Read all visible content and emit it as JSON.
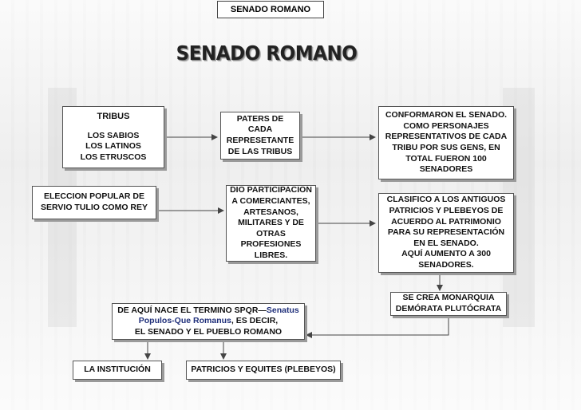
{
  "header": {
    "label": "SENADO ROMANO",
    "title": "SENADO ROMANO"
  },
  "nodes": {
    "tribus": {
      "heading": "TRIBUS",
      "lines": [
        "LOS SABIOS",
        "LOS LATINOS",
        "LOS ETRUSCOS"
      ]
    },
    "paters": {
      "lines": [
        "PATERS DE",
        "CADA",
        "REPRESETANTE",
        "DE LAS TRIBUS"
      ]
    },
    "conformaron": {
      "lines": [
        "CONFORMARON EL SENADO.",
        "COMO PERSONAJES",
        "REPRESENTATIVOS DE CADA",
        "TRIBU POR SUS GENS, EN",
        "TOTAL FUERON 100",
        "SENADORES"
      ]
    },
    "eleccion": {
      "lines": [
        "ELECCION POPULAR DE",
        "SERVIO TULIO COMO REY"
      ]
    },
    "participacion": {
      "lines": [
        "DIO PARTICIPACION",
        "A COMERCIANTES,",
        "ARTESANOS,",
        "MILITARES Y DE",
        "OTRAS",
        "PROFESIONES",
        "LIBRES."
      ]
    },
    "clasifico": {
      "lines": [
        "CLASIFICO A LOS ANTIGUOS",
        "PATRICIOS Y PLEBEYOS DE",
        "ACUERDO AL PATRIMONIO",
        "PARA SU REPRESENTACIÓN",
        "EN EL SENADO.",
        "AQUÍ AUMENTO A 300",
        "SENADORES."
      ]
    },
    "monarquia": {
      "lines": [
        "SE CREA MONARQUIA",
        "DEMÓRATA PLUTÓCRATA"
      ]
    },
    "spqr": {
      "line1_prefix": "DE AQUÍ NACE EL TERMINO SPQR—",
      "line1_highlight": "Senatus",
      "line2_highlight": "Populos-Que Romanus",
      "line2_suffix": ", ES DECIR,",
      "line3": "EL SENADO Y EL PUEBLO ROMANO"
    },
    "institucion": {
      "label": "LA INSTITUCIÓN"
    },
    "patricios": {
      "label": "PATRICIOS Y EQUITES (PLEBEYOS)"
    }
  }
}
